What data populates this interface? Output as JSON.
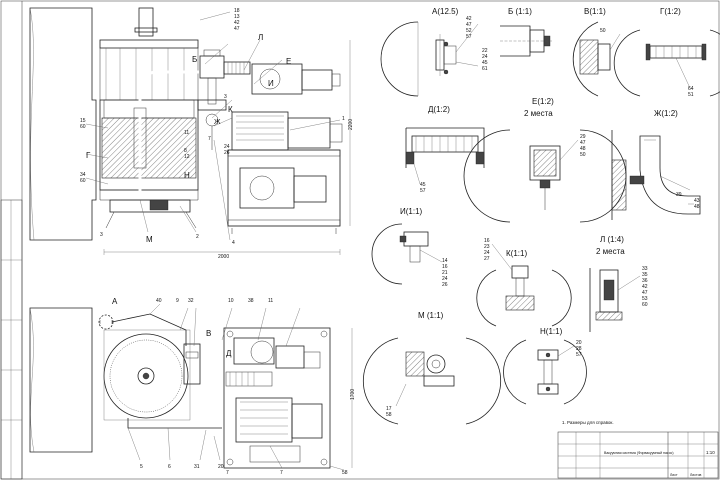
{
  "drawing": {
    "dims": {
      "overall_width": "2000",
      "height_right": "2200",
      "plan_depth": "1700"
    },
    "views": {
      "A": "A(12.5)",
      "B": "Б (1:1)",
      "V": "В(1:1)",
      "G": "Г(1:2)",
      "D": "Д(1:2)",
      "E": "Е(1:2)",
      "E_note": "2 места",
      "Zh": "Ж(1:2)",
      "I": "И(1:1)",
      "K": "К(1:1)",
      "L": "Л (1:4)",
      "L_note": "2 места",
      "M": "М (1:1)",
      "N": "Н(1:1)"
    },
    "elevation_letters": {
      "B": "Б",
      "L": "Л",
      "E": "Е",
      "I": "И",
      "K": "К",
      "Zh": "Ж",
      "G": "Г",
      "N": "Н",
      "M": "М"
    },
    "plan_letters": {
      "A": "А",
      "V": "В",
      "D": "Д"
    },
    "elevation_callouts": [
      "18",
      "13",
      "42",
      "47",
      "15",
      "60",
      "8",
      "12",
      "34",
      "60",
      "11",
      "3",
      "2",
      "4",
      "1",
      "7",
      "3",
      "24",
      "26"
    ],
    "plan_callouts": [
      "40",
      "9",
      "32",
      "10",
      "38",
      "11",
      "5",
      "6",
      "31",
      "20",
      "7",
      "58",
      "7"
    ],
    "view_callouts": {
      "A": [
        "42",
        "47",
        "52",
        "57",
        "22",
        "24",
        "45",
        "61"
      ],
      "V": [
        "50"
      ],
      "G": [
        "64",
        "51"
      ],
      "D": [
        "45",
        "57"
      ],
      "E": [
        "29",
        "47",
        "48",
        "50"
      ],
      "Zh": [
        "39",
        "43",
        "48"
      ],
      "I": [
        "14",
        "16",
        "21",
        "24",
        "26"
      ],
      "K": [
        "16",
        "23",
        "24",
        "27"
      ],
      "L": [
        "33",
        "35",
        "36",
        "42",
        "47",
        "53",
        "60"
      ],
      "M": [
        "17",
        "58"
      ],
      "N": [
        "20",
        "28",
        "57"
      ]
    },
    "note": "1. Размеры для справок.",
    "title_block": {
      "name": "Вакуумная система (Форвакуумный насос)",
      "scale": "1:10",
      "sheet_label": "Лист",
      "sheets_label": "Листов"
    }
  }
}
